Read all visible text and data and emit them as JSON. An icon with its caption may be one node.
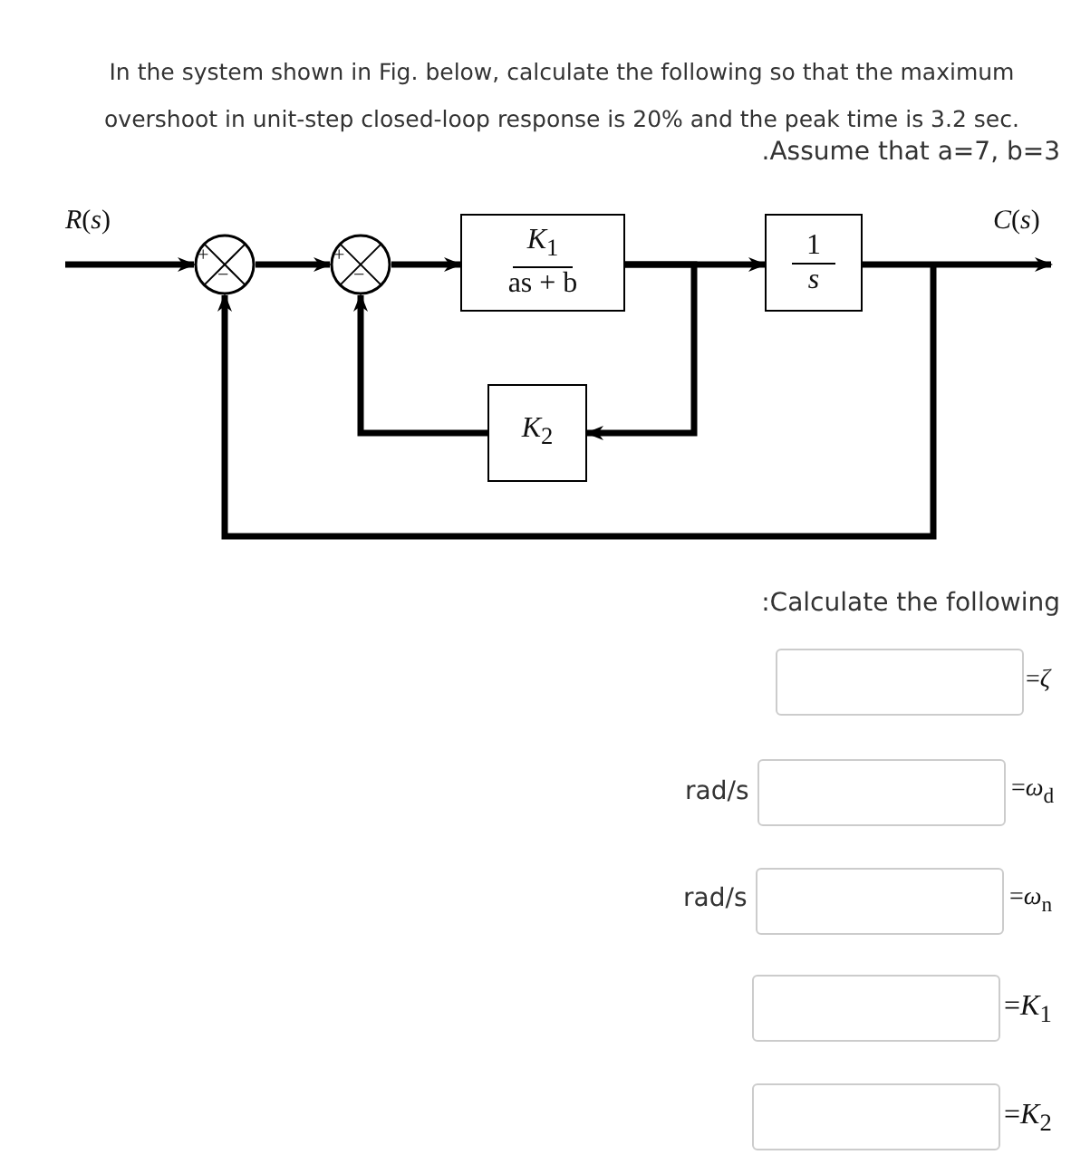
{
  "diagram": {
    "nodes": [
      {
        "text": [
          "*R*(*s*)"
        ]
      },
      {
        "text": [
          "+",
          "−"
        ]
      },
      {
        "text": [
          "+",
          "−"
        ]
      },
      {
        "text": [
          "*K*$_{1}$",
          "as + b"
        ]
      },
      {
        "text": [
          "1",
          "*s*"
        ]
      },
      {
        "text": [
          "*K*$_{2}$"
        ]
      },
      {
        "text": [
          "*C*(*s*)"
        ]
      }
    ],
    "edges": [
      {
        "from": 0,
        "to": 1,
        "arrow": "to"
      },
      {
        "from": 1,
        "to": 2,
        "arrow": "to"
      },
      {
        "from": 2,
        "to": 3,
        "arrow": "to"
      },
      {
        "from": 3,
        "to": 4,
        "arrow": "to"
      },
      {
        "from": 3,
        "to": 5,
        "arrow": "to"
      },
      {
        "from": 5,
        "to": 2,
        "arrow": "to"
      },
      {
        "from": 4,
        "to": 6,
        "arrow": "to"
      },
      {
        "from": 6,
        "to": 1,
        "arrow": "to"
      }
    ],
    "labels": [
      "In the system shown in Fig. below, calculate the following so that the maximum overshoot in unit-step closed-loop response is 20% and the peak time is 3.2 sec.",
      ".Assume that a=7, b=3",
      ":Calculate the following",
      "=*ζ*",
      "rad/s",
      "=*ω*$_{d}$",
      "rad/s",
      "=*ω*$_{n}$",
      "=*K*$_{1}$",
      "=*K*$_{2}$"
    ]
  }
}
